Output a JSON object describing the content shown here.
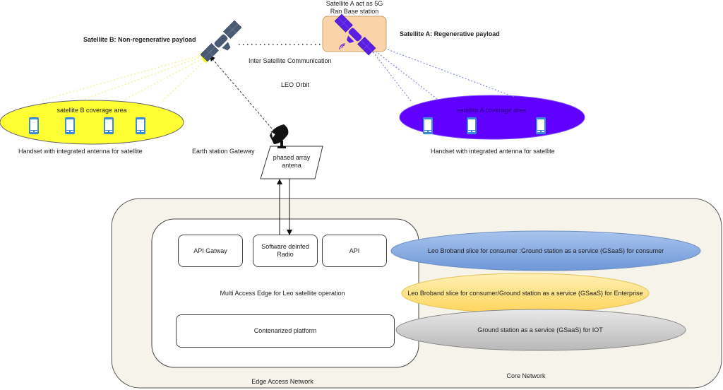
{
  "satellites": {
    "b": {
      "title": "Satellite B: Non-regenerative payload",
      "icon": "satellite-icon",
      "color": "#4a5a73"
    },
    "a": {
      "title": "Satellite A: Regenerative payload",
      "caption": "Satellite A act as 5G Ran Base station",
      "caption_line1": "Satellite A act as 5G",
      "caption_line2": "Ran Base station",
      "icon": "satellite-icon",
      "color": "#5a1ee0",
      "box_color": "#f9d3aa"
    }
  },
  "links": {
    "inter_satellite": "Inter Satellite Communication",
    "orbit": "LEO Orbit"
  },
  "coverage": {
    "b": {
      "label": "satellite B coverage area",
      "handset_count": 4,
      "fill": "#ffff33",
      "caption": "Handset with integrated antenna for satellite"
    },
    "a": {
      "label": "satellite A coverage area",
      "handset_count": 3,
      "fill": "#6000ff",
      "caption": "Handset with integrated antenna for satellite"
    }
  },
  "ground": {
    "gateway_label": "Earth station Gateway",
    "antenna_line1": "phased array",
    "antenna_line2": "antena",
    "dish_icon": "satellite-dish-icon"
  },
  "edge": {
    "title": "Multi Access Edge for Leo satellite operation",
    "network_label": "Edge Access Network",
    "boxes": [
      {
        "label": "API Gatway"
      },
      {
        "label_line1": "Software deinfed",
        "label_line2": "Radio"
      },
      {
        "label": "API"
      }
    ],
    "platform": "Contenarized platform"
  },
  "core": {
    "label": "Core Network",
    "slices": [
      {
        "label": "Leo Broband slice for consumer :Ground station as a service (GSaaS) for consumer",
        "color": "#7ea6e0"
      },
      {
        "label": "Leo Broband slice for consumer/Ground station as a service (GSaaS) for Enterprise",
        "color": "#ffd966"
      },
      {
        "label": "Ground station as a service (GSaaS) for IOT",
        "color": "#c8c8c8"
      }
    ]
  }
}
